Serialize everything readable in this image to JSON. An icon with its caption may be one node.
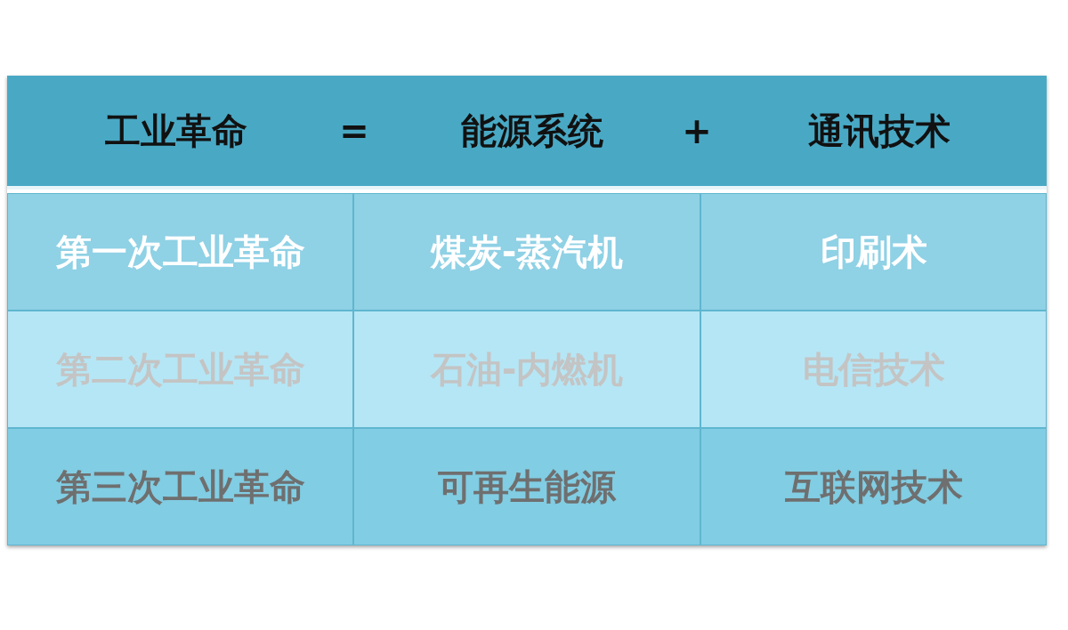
{
  "diagram": {
    "labels": [
      "工业革命",
      "=",
      "能源系统",
      "+",
      "通讯技术",
      "第一次工业革命",
      "煤炭-蒸汽机",
      "印刷术",
      "第二次工业革命",
      "石油-内燃机",
      "电信技术",
      "第三次工业革命",
      "可再生能源",
      "互联网技术"
    ]
  }
}
